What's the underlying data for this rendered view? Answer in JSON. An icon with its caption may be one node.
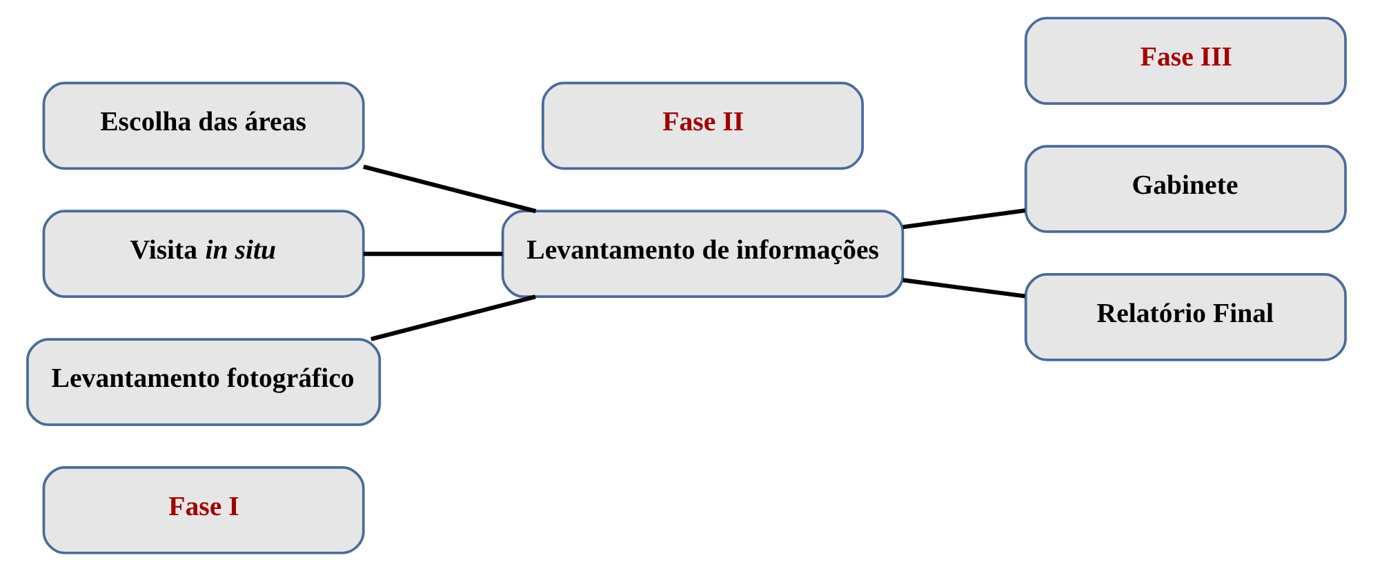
{
  "diagram": {
    "nodes": [
      {
        "text": [
          "Fase I"
        ]
      },
      {
        "text": [
          "Escolha das áreas"
        ]
      },
      {
        "text": [
          "Visita *in situ*"
        ]
      },
      {
        "text": [
          "Levantamento fotográfico"
        ]
      },
      {
        "text": [
          "Fase II"
        ]
      },
      {
        "text": [
          "Levantamento de informações"
        ]
      },
      {
        "text": [
          "Fase III"
        ]
      },
      {
        "text": [
          "Gabinete"
        ]
      },
      {
        "text": [
          "Relatório Final"
        ]
      }
    ],
    "edges": [
      {
        "from": 1,
        "to": 5,
        "arrow": "none"
      },
      {
        "from": 2,
        "to": 5,
        "arrow": "none"
      },
      {
        "from": 3,
        "to": 5,
        "arrow": "none"
      },
      {
        "from": 5,
        "to": 7,
        "arrow": "none"
      },
      {
        "from": 5,
        "to": 8,
        "arrow": "none"
      }
    ]
  }
}
